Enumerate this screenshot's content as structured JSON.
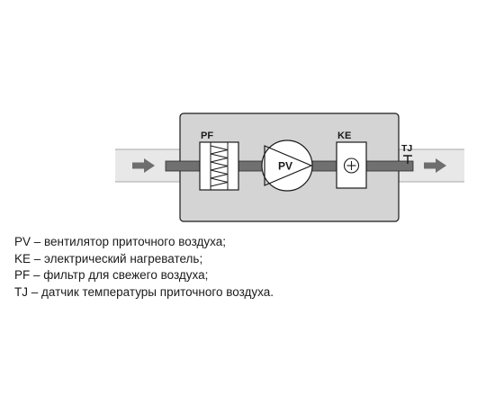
{
  "components": {
    "filter": {
      "code": "PF"
    },
    "fan": {
      "code": "PV"
    },
    "heater": {
      "code": "KE"
    },
    "sensor": {
      "code": "TJ"
    }
  },
  "legend": [
    "PV – вентилятор приточного воздуха;",
    "KE – электрический нагреватель;",
    "PF – фильтр для свежего воздуха;",
    "TJ – датчик температуры приточного воздуха."
  ],
  "colors": {
    "unit_fill": "#d4d4d4",
    "duct_fill": "#e8e8e8",
    "pipe": "#707070",
    "arrow": "#6e6e6e",
    "stroke": "#1a1a1a"
  },
  "icons": {
    "heater": "plus-in-circle",
    "fan": "triangle-in-circle",
    "filter": "zigzag-filter",
    "flow": "right-arrow"
  }
}
